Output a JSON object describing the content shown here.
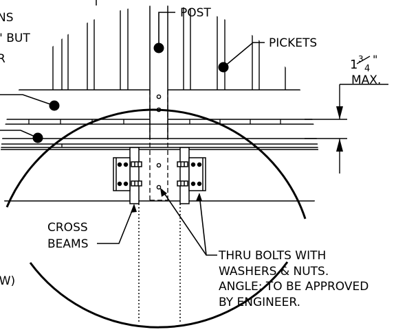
{
  "labels": {
    "post": "POST",
    "pickets": "PICKETS",
    "max": "MAX.",
    "cross_1": "CROSS",
    "cross_2": "BEAMS",
    "bolts_1": "THRU BOLTS WITH",
    "bolts_2": "WASHERS & NUTS.",
    "bolts_3": "ANGLE:  TO BE APPROVED",
    "bolts_4": "BY ENGINEER."
  },
  "dimension": {
    "whole": "1",
    "numerator": "3",
    "denominator": "4",
    "unit": "\""
  },
  "cut_off_text": {
    "line_1": "NS",
    "line_2": "\" BUT",
    "line_3": "R",
    "line_4": "EW)"
  }
}
